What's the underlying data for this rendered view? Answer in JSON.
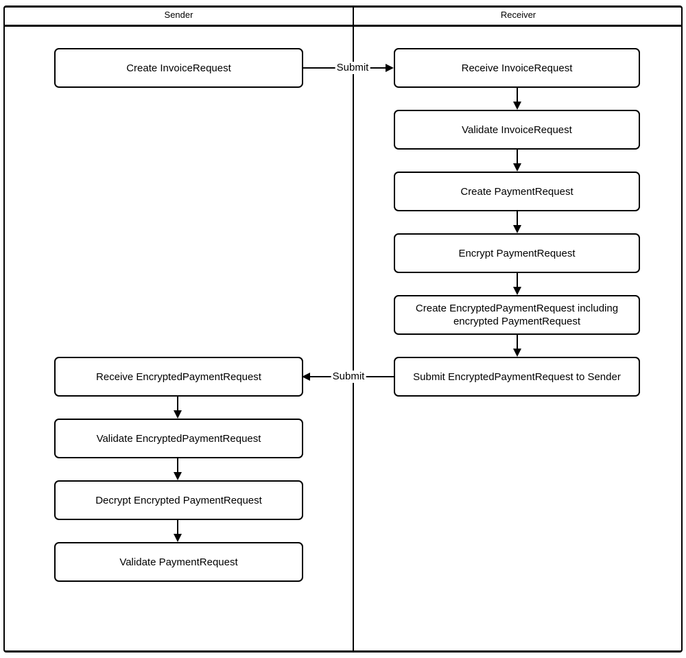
{
  "lanes": {
    "sender_label": "Sender",
    "receiver_label": "Receiver"
  },
  "nodes": {
    "create_invoice_request": "Create InvoiceRequest",
    "receive_invoice_request": "Receive InvoiceRequest",
    "validate_invoice_request": "Validate InvoiceRequest",
    "create_payment_request": "Create PaymentRequest",
    "encrypt_payment_request": "Encrypt PaymentRequest",
    "create_encrypted_payment_request": "Create EncryptedPaymentRequest including encrypted PaymentRequest",
    "submit_encrypted_payment_request": "Submit EncryptedPaymentRequest to Sender",
    "receive_encrypted_payment_request": "Receive EncryptedPaymentRequest",
    "validate_encrypted_payment_request": "Validate EncryptedPaymentRequest",
    "decrypt_encrypted_payment_request": "Decrypt Encrypted PaymentRequest",
    "validate_payment_request": "Validate PaymentRequest"
  },
  "edges": {
    "submit_invoice_label": "Submit",
    "submit_encrypted_label": "Submit"
  },
  "colors": {
    "line": "#000000",
    "background": "#ffffff"
  }
}
